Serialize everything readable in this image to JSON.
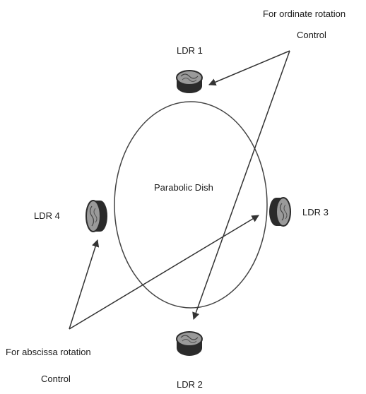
{
  "diagram": {
    "center_label": "Parabolic Dish",
    "sensors": [
      {
        "id": "ldr1",
        "label": "LDR 1"
      },
      {
        "id": "ldr2",
        "label": "LDR 2"
      },
      {
        "id": "ldr3",
        "label": "LDR 3"
      },
      {
        "id": "ldr4",
        "label": "LDR 4"
      }
    ],
    "annotations": {
      "ordinate_line1": "For ordinate rotation",
      "ordinate_line2": "Control",
      "abscissa_line1": "For abscissa rotation",
      "abscissa_line2": "Control"
    },
    "colors": {
      "stroke": "#333333",
      "sensor_dark": "#2b2b2b",
      "sensor_face": "#9a9a9a",
      "text": "#1a1a1a"
    }
  }
}
